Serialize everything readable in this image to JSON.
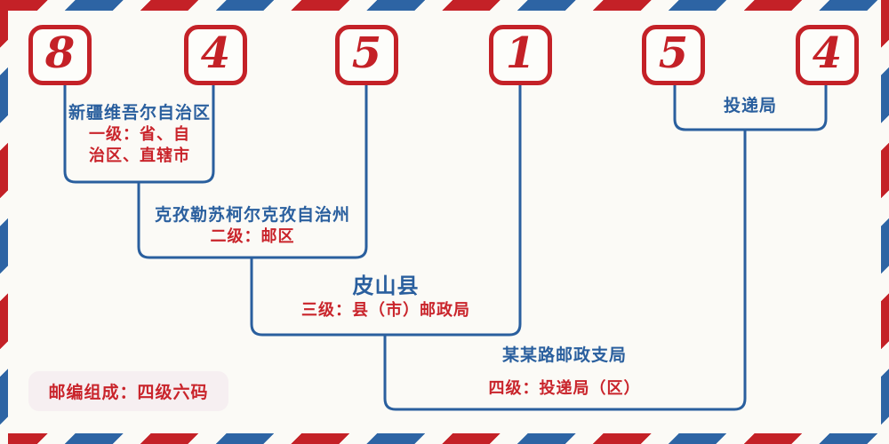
{
  "colors": {
    "accent_red": "#c42127",
    "accent_blue": "#2a5f9e",
    "background": "#fbfaf6",
    "badge_background": "#f6eff1"
  },
  "postal_code": {
    "digits": [
      "8",
      "4",
      "5",
      "1",
      "5",
      "4"
    ]
  },
  "labels": {
    "level1": {
      "name": "新疆维吾尔自治区",
      "desc_lines": [
        "一级：省、自",
        "治区、直辖市"
      ]
    },
    "level2": {
      "name": "克孜勒苏柯尔克孜自治州",
      "desc": "二级：邮区"
    },
    "level3": {
      "name": "皮山县",
      "desc": "三级：县（市）邮政局"
    },
    "level4": {
      "name": "某某路邮政支局",
      "desc": "四级：投递局（区）"
    },
    "delivery": {
      "name": "投递局"
    }
  },
  "badge": {
    "text": "邮编组成：四级六码"
  }
}
